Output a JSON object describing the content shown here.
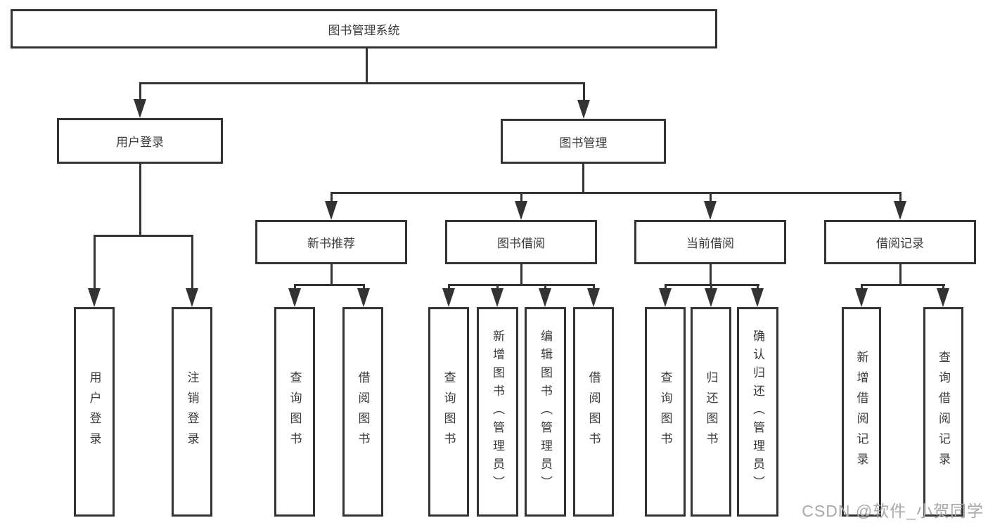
{
  "tree": {
    "root": {
      "label": "图书管理系统"
    },
    "branches": [
      {
        "label": "用户登录",
        "children": [
          {
            "label": "用户登录"
          },
          {
            "label": "注销登录"
          }
        ]
      },
      {
        "label": "图书管理",
        "children": [
          {
            "label": "新书推荐",
            "children": [
              {
                "label": "查询图书"
              },
              {
                "label": "借阅图书"
              }
            ]
          },
          {
            "label": "图书借阅",
            "children": [
              {
                "label": "查询图书"
              },
              {
                "label": "新增图书（管理员）"
              },
              {
                "label": "编辑图书（管理员）"
              },
              {
                "label": "借阅图书"
              }
            ]
          },
          {
            "label": "当前借阅",
            "children": [
              {
                "label": "查询图书"
              },
              {
                "label": "归还图书"
              },
              {
                "label": "确认归还（管理员）"
              }
            ]
          },
          {
            "label": "借阅记录",
            "children": [
              {
                "label": "新增借阅记录"
              },
              {
                "label": "查询借阅记录"
              }
            ]
          }
        ]
      }
    ]
  },
  "watermark": {
    "text": "CSDN @软件_小贺同学"
  },
  "colors": {
    "line": "#333333",
    "background": "#ffffff",
    "watermark": "#a8a8a8"
  }
}
